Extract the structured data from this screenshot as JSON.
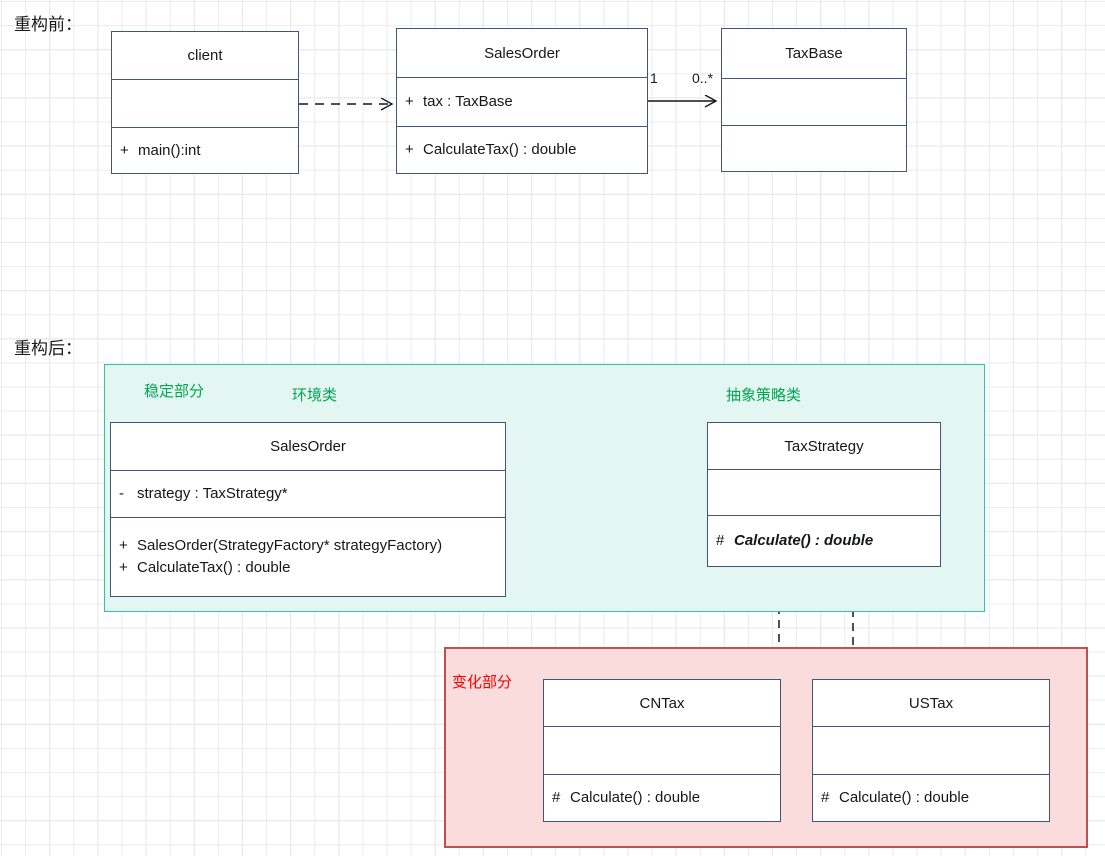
{
  "sections": {
    "before": {
      "label": "重构前："
    },
    "after": {
      "label": "重构后："
    }
  },
  "regions": {
    "stable": {
      "label": "稳定部分",
      "sublabel_environment": "环境类",
      "sublabel_abstract_strategy": "抽象策略类",
      "fill": "#e4f6f1",
      "border": "#2ec4a6",
      "label_color": "#00a651"
    },
    "variable": {
      "label": "变化部分",
      "fill": "#fadcdc",
      "border": "#c0504d",
      "label_color": "#ff0000"
    }
  },
  "classes": {
    "client": {
      "name": "client",
      "attributes": [],
      "operations": [
        {
          "visibility": "+",
          "text": "main():int"
        }
      ]
    },
    "sales_order_before": {
      "name": "SalesOrder",
      "attributes": [
        {
          "visibility": "+",
          "text": "tax : TaxBase"
        }
      ],
      "operations": [
        {
          "visibility": "+",
          "text": "CalculateTax() : double"
        }
      ]
    },
    "tax_base": {
      "name": "TaxBase",
      "attributes": [],
      "operations": []
    },
    "sales_order_after": {
      "name": "SalesOrder",
      "attributes": [
        {
          "visibility": "-",
          "text": "strategy : TaxStrategy*"
        }
      ],
      "operations": [
        {
          "visibility": "+",
          "text": "SalesOrder(StrategyFactory* strategyFactory)"
        },
        {
          "visibility": "+",
          "text": "CalculateTax() : double"
        }
      ]
    },
    "tax_strategy": {
      "name": "TaxStrategy",
      "attributes": [],
      "operations": [
        {
          "visibility": "#",
          "text": "Calculate() : double",
          "abstract": true
        }
      ]
    },
    "cn_tax": {
      "name": "CNTax",
      "attributes": [],
      "operations": [
        {
          "visibility": "#",
          "text": "Calculate() : double"
        }
      ]
    },
    "us_tax": {
      "name": "USTax",
      "attributes": [],
      "operations": [
        {
          "visibility": "#",
          "text": "Calculate() : double"
        }
      ]
    }
  },
  "edges": {
    "client_to_salesorder": {
      "kind": "dependency-dashed-open-arrow"
    },
    "salesorder_to_taxbase": {
      "kind": "association-open-arrow",
      "source_multiplicity": "1",
      "target_multiplicity": "0..*"
    },
    "salesorder_to_taxstrategy": {
      "kind": "aggregation-hollow-diamond"
    },
    "cntax_to_taxstrategy": {
      "kind": "realization-dashed-hollow-triangle"
    },
    "ustax_to_taxstrategy": {
      "kind": "realization-dashed-hollow-triangle"
    }
  },
  "colors": {
    "line": "#15171c",
    "class_border": "#41547a",
    "grid_minor": "#ebebeb",
    "grid_major": "#d9d9d9"
  }
}
